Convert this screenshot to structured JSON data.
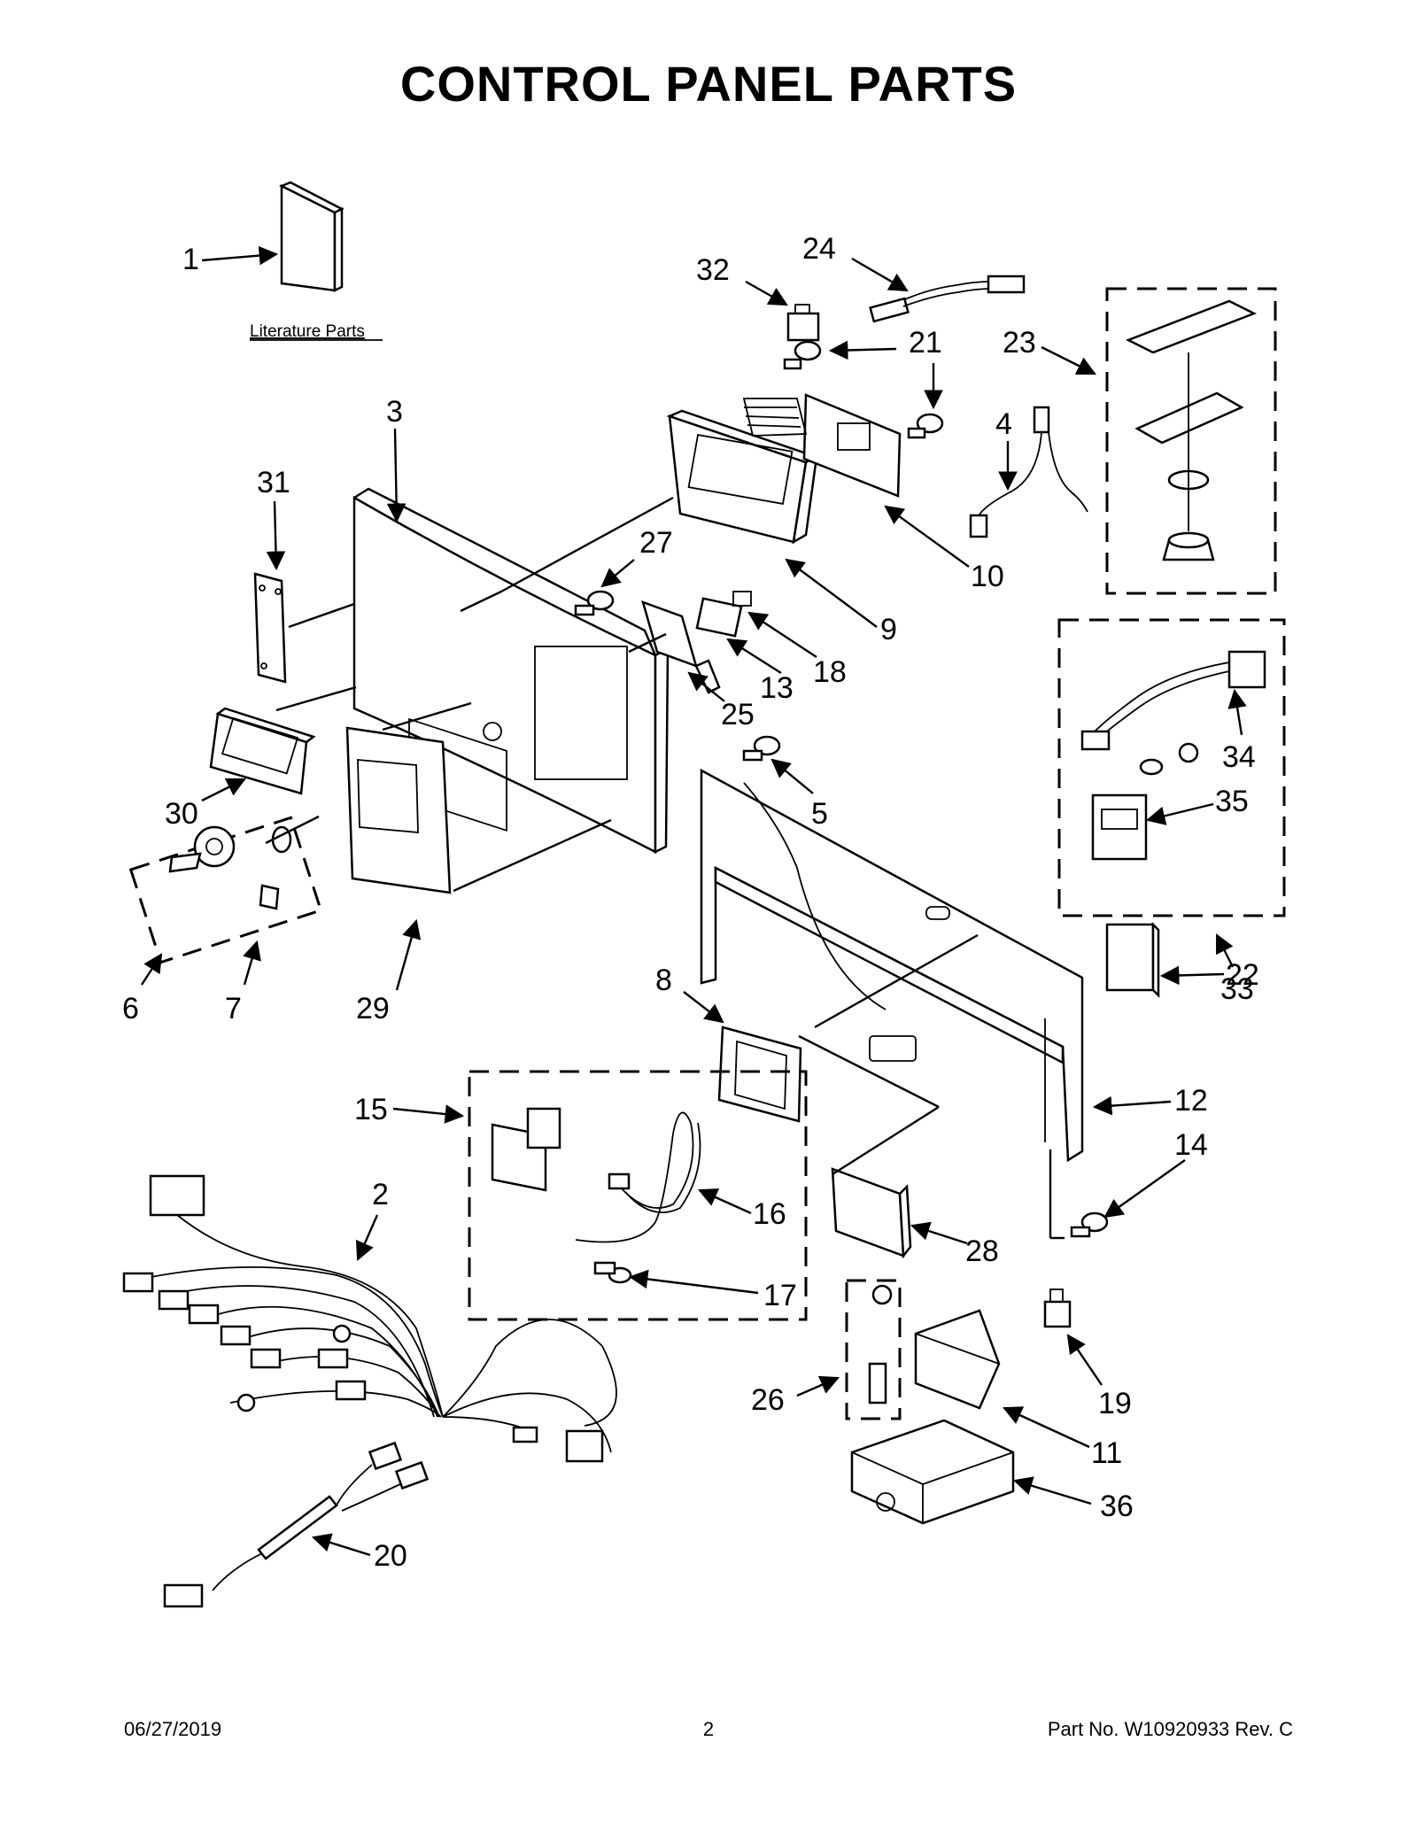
{
  "title": "CONTROL PANEL PARTS",
  "literature_label": "Literature Parts",
  "callouts": {
    "c1": "1",
    "c2": "2",
    "c3": "3",
    "c4": "4",
    "c5": "5",
    "c6": "6",
    "c7": "7",
    "c8": "8",
    "c9": "9",
    "c10": "10",
    "c11": "11",
    "c12": "12",
    "c13": "13",
    "c14": "14",
    "c15": "15",
    "c16": "16",
    "c17": "17",
    "c18": "18",
    "c19": "19",
    "c20": "20",
    "c21": "21",
    "c22": "22",
    "c23": "23",
    "c24": "24",
    "c25": "25",
    "c26": "26",
    "c27": "27",
    "c28": "28",
    "c29": "29",
    "c30": "30",
    "c31": "31",
    "c32": "32",
    "c33": "33",
    "c34": "34",
    "c35": "35",
    "c36": "36"
  },
  "footer": {
    "date": "06/27/2019",
    "page": "2",
    "part_no": "Part No.  W10920933   Rev.  C"
  }
}
